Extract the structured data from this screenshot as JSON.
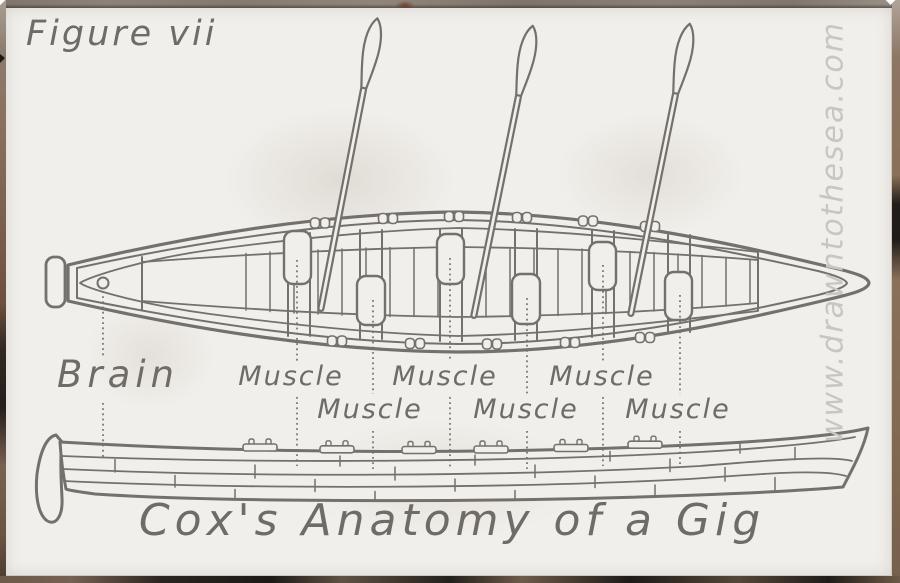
{
  "figure_label": "Figure vii",
  "title": "Cox's Anatomy of a Gig",
  "watermark": "www.drawntothesea.com",
  "labels": {
    "brain": "Brain",
    "muscles": [
      "Muscle",
      "Muscle",
      "Muscle",
      "Muscle",
      "Muscle",
      "Muscle"
    ]
  },
  "colors": {
    "ink": "#74716c",
    "paper": "#f1efeb",
    "watermark_gray": "#c9c6c1",
    "frame_brown": "#8a7058",
    "frame_gray": "#857b72",
    "frame_dark": "#221e1b"
  }
}
